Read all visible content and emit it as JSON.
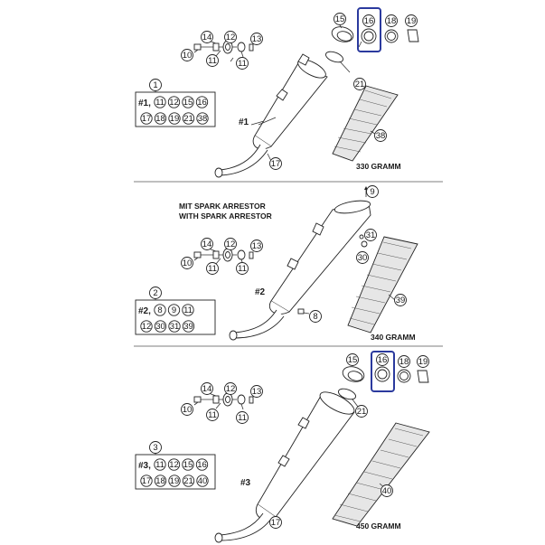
{
  "header": {
    "spark_line1": "MIT SPARK ARRESTOR",
    "spark_line2": "WITH SPARK ARRESTOR"
  },
  "sections": [
    {
      "set_number": "1",
      "set_label": "#1,",
      "set_row1": [
        "11",
        "12",
        "15",
        "16"
      ],
      "set_row2": [
        "17",
        "18",
        "19",
        "21",
        "38"
      ],
      "muffler_label": "#1",
      "packing_number": "38",
      "weight": "330 GRAMM",
      "callouts": [
        "14",
        "12",
        "13",
        "10",
        "11",
        "11",
        "15",
        "16",
        "18",
        "19",
        "21",
        "17"
      ]
    },
    {
      "set_number": "2",
      "set_label": "#2,",
      "set_row1": [
        "8",
        "9",
        "11"
      ],
      "set_row2": [
        "12",
        "30",
        "31",
        "39"
      ],
      "muffler_label": "#2",
      "packing_number": "39",
      "weight": "340 GRAMM",
      "callouts": [
        "14",
        "12",
        "13",
        "10",
        "11",
        "11",
        "9",
        "31",
        "30",
        "8"
      ]
    },
    {
      "set_number": "3",
      "set_label": "#3,",
      "set_row1": [
        "11",
        "12",
        "15",
        "16"
      ],
      "set_row2": [
        "17",
        "18",
        "19",
        "21",
        "40"
      ],
      "muffler_label": "#3",
      "packing_number": "40",
      "weight": "450 GRAMM",
      "callouts": [
        "14",
        "12",
        "13",
        "10",
        "11",
        "11",
        "15",
        "16",
        "18",
        "19",
        "21",
        "17"
      ]
    }
  ],
  "highlight": {
    "color": "#2b3a9e",
    "part": "16"
  }
}
